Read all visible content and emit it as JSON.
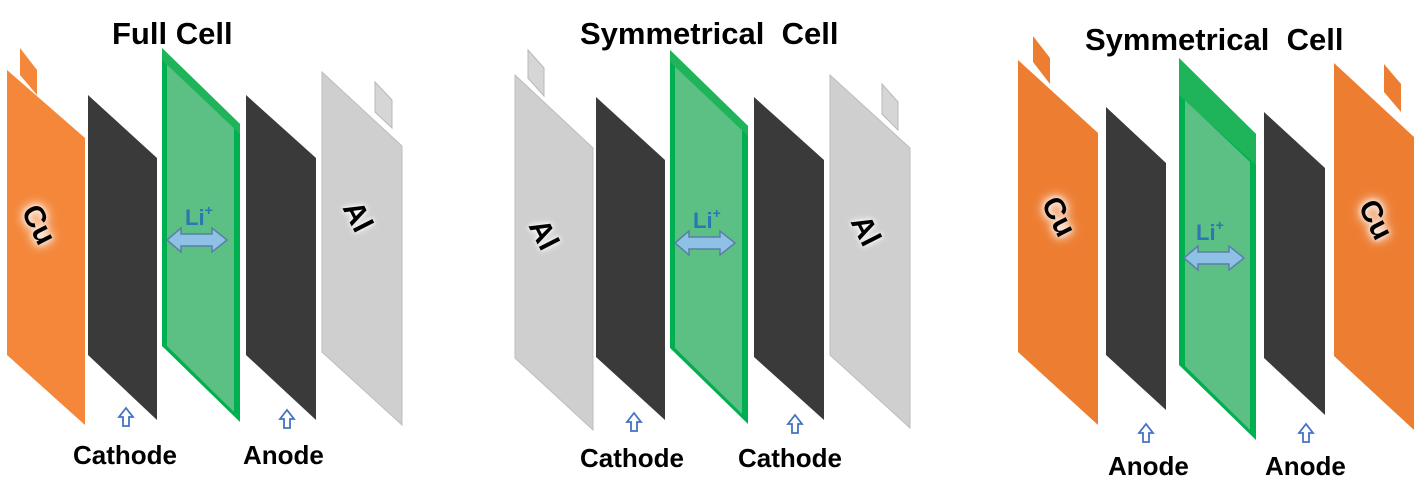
{
  "colors": {
    "copper": "#f4873a",
    "copper_dark": "#ed7d31",
    "electrode": "#3a3a3a",
    "separator_fill": "#5cbf84",
    "separator_edge": "#00b050",
    "aluminum": "#cfcfcf",
    "aluminum_edge": "#bdbdbd",
    "ion_arrow": "#5b9bd5",
    "pointer_arrow": "#4472c4"
  },
  "diagrams": [
    {
      "title": "Full Cell",
      "ion_label": "Li",
      "ion_charge": "+",
      "left_metal": "Cu",
      "right_metal": "Al",
      "left_electrode_label": "Cathode",
      "right_electrode_label": "Anode"
    },
    {
      "title": "Symmetrical  Cell",
      "ion_label": "Li",
      "ion_charge": "+",
      "left_metal": "Al",
      "right_metal": "Al",
      "left_electrode_label": "Cathode",
      "right_electrode_label": "Cathode"
    },
    {
      "title": "Symmetrical  Cell",
      "ion_label": "Li",
      "ion_charge": "+",
      "left_metal": "Cu",
      "right_metal": "Cu",
      "left_electrode_label": "Anode",
      "right_electrode_label": "Anode"
    }
  ]
}
